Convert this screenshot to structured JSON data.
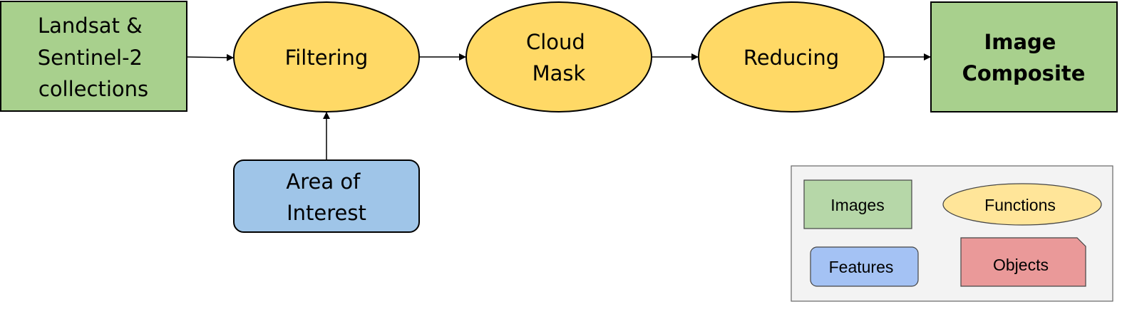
{
  "colors": {
    "image_fill": "#a8d08d",
    "function_fill": "#ffd966",
    "feature_fill": "#9fc5e8",
    "object_fill": "#ea9999",
    "legend_image_fill": "#b6d7a8",
    "legend_function_fill": "#ffe599",
    "legend_feature_fill": "#a4c2f4",
    "legend_panel_fill": "#f3f3f3",
    "stroke": "#000000"
  },
  "nodes": {
    "collections": {
      "lines": [
        "Landsat &",
        "Sentinel-2",
        "collections"
      ]
    },
    "filtering": {
      "lines": [
        "Filtering"
      ]
    },
    "cloud_mask": {
      "lines": [
        "Cloud",
        "Mask"
      ]
    },
    "reducing": {
      "lines": [
        "Reducing"
      ]
    },
    "composite": {
      "lines": [
        "Image",
        "Composite"
      ]
    },
    "area": {
      "lines": [
        "Area of",
        "Interest"
      ]
    }
  },
  "legend": {
    "images": "Images",
    "functions": "Functions",
    "features": "Features",
    "objects": "Objects"
  }
}
